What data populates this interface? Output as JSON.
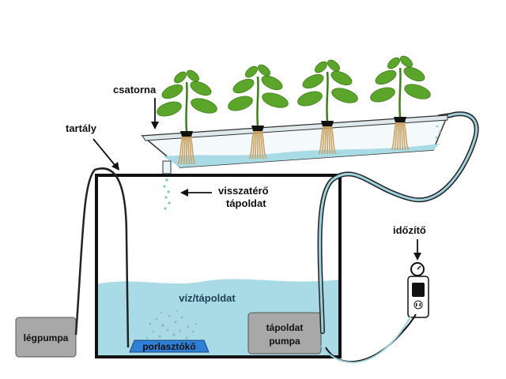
{
  "labels": {
    "channel": "csatorna",
    "tank": "tartály",
    "return_line": "visszatérő",
    "return_line_2": "tápoldat",
    "timer": "időzítő",
    "water": "víz/tápoldat",
    "air_pump": "légpumpa",
    "nutrient_pump": "tápoldat",
    "nutrient_pump_2": "pumpa",
    "air_stone": "porlasztókő"
  },
  "colors": {
    "water": "#a9dbe6",
    "water_dark": "#7cc3d3",
    "tank_outline": "#111111",
    "pump_fill": "#a8a8a8",
    "air_stone": "#2f7fd6",
    "leaf": "#5aa52a",
    "leaf_dark": "#3f7f1a",
    "root": "#c8a060",
    "tube": "#9fd0de"
  },
  "plants": [
    {
      "name": "plant-1"
    },
    {
      "name": "plant-2"
    },
    {
      "name": "plant-3"
    },
    {
      "name": "plant-4"
    }
  ]
}
